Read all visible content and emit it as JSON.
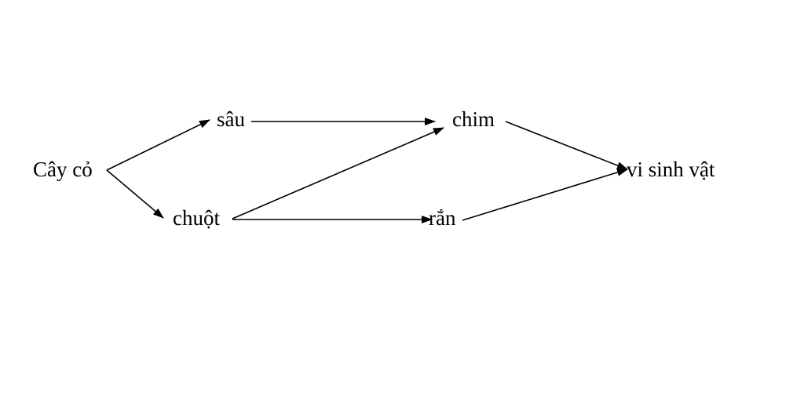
{
  "nodes": [
    {
      "id": "cay-co",
      "label": "Cây cỏ"
    },
    {
      "id": "sau",
      "label": "sâu"
    },
    {
      "id": "chuot",
      "label": "chuột"
    },
    {
      "id": "chim",
      "label": "chim"
    },
    {
      "id": "ran",
      "label": "rắn"
    },
    {
      "id": "vi-sinh-vat",
      "label": "vi sinh vật"
    }
  ],
  "edges": [
    {
      "from": "cay-co",
      "to": "sau"
    },
    {
      "from": "cay-co",
      "to": "chuot"
    },
    {
      "from": "sau",
      "to": "chim"
    },
    {
      "from": "chuot",
      "to": "chim"
    },
    {
      "from": "chuot",
      "to": "ran"
    },
    {
      "from": "chim",
      "to": "vi-sinh-vat"
    },
    {
      "from": "ran",
      "to": "vi-sinh-vat"
    }
  ],
  "colors": {
    "line": "#000000",
    "text": "#000000",
    "background": "#ffffff"
  }
}
